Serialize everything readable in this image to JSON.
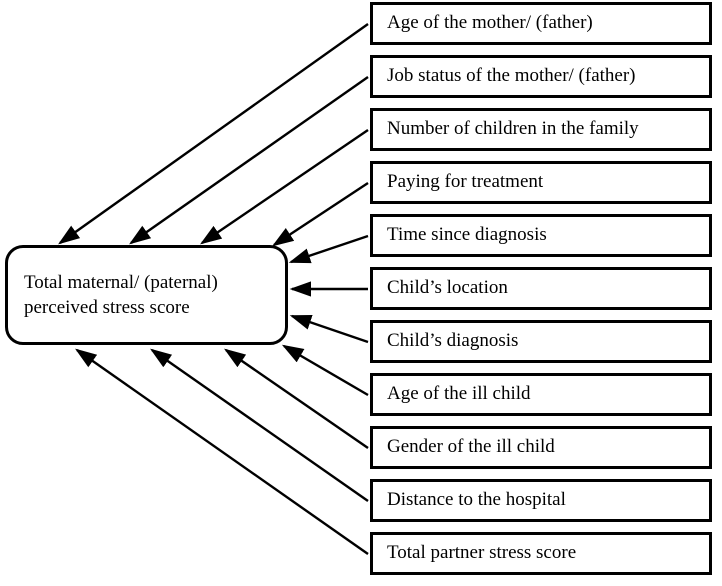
{
  "diagram": {
    "type": "influence-diagram",
    "background_color": "#ffffff",
    "line_color": "#000000",
    "center_node": {
      "id": "total-stress-score",
      "shape": "rounded-rectangle",
      "text": "Total maternal/ (paternal) perceived stress score",
      "lines": [
        "Total maternal/ (paternal)",
        "perceived stress score"
      ]
    },
    "factors": [
      {
        "id": "age-of-mother-father",
        "label": "Age of the mother/ (father)"
      },
      {
        "id": "job-status-of-mother-father",
        "label": "Job status of the mother/ (father)"
      },
      {
        "id": "number-of-children",
        "label": "Number of children in the family"
      },
      {
        "id": "paying-for-treatment",
        "label": "Paying for treatment"
      },
      {
        "id": "time-since-diagnosis",
        "label": "Time since diagnosis"
      },
      {
        "id": "childs-location",
        "label": "Child’s location"
      },
      {
        "id": "childs-diagnosis",
        "label": "Child’s diagnosis"
      },
      {
        "id": "age-of-ill-child",
        "label": "Age of the ill child"
      },
      {
        "id": "gender-of-ill-child",
        "label": "Gender of the ill child"
      },
      {
        "id": "distance-to-hospital",
        "label": "Distance to the hospital"
      },
      {
        "id": "total-partner-stress-score",
        "label": "Total partner stress score"
      }
    ],
    "edges": [
      {
        "from": "age-of-mother-father",
        "to": "total-stress-score",
        "direction": "left"
      },
      {
        "from": "job-status-of-mother-father",
        "to": "total-stress-score",
        "direction": "left"
      },
      {
        "from": "number-of-children",
        "to": "total-stress-score",
        "direction": "left"
      },
      {
        "from": "paying-for-treatment",
        "to": "total-stress-score",
        "direction": "left"
      },
      {
        "from": "time-since-diagnosis",
        "to": "total-stress-score",
        "direction": "left"
      },
      {
        "from": "childs-location",
        "to": "total-stress-score",
        "direction": "left"
      },
      {
        "from": "childs-diagnosis",
        "to": "total-stress-score",
        "direction": "left"
      },
      {
        "from": "age-of-ill-child",
        "to": "total-stress-score",
        "direction": "left"
      },
      {
        "from": "gender-of-ill-child",
        "to": "total-stress-score",
        "direction": "left"
      },
      {
        "from": "distance-to-hospital",
        "to": "total-stress-score",
        "direction": "left"
      },
      {
        "from": "total-partner-stress-score",
        "to": "total-stress-score",
        "direction": "left"
      }
    ]
  }
}
